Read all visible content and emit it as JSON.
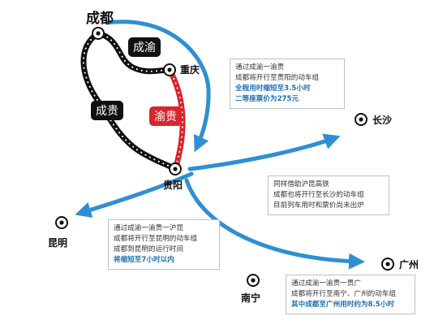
{
  "cities": {
    "chengdu": "成都",
    "chongqing": "重庆",
    "guiyang": "贵阳",
    "kunming": "昆明",
    "changsha": "长沙",
    "nanning": "南宁",
    "guangzhou": "广州"
  },
  "lines": {
    "chengyu": "成渝",
    "chenggui": "成贵",
    "yugui": "渝贵"
  },
  "boxes": {
    "chongqing_route": {
      "line1": "通过成渝一渝贵",
      "line2": "成都将开行至贵阳的动车组",
      "line3": "全程用时缩短至3.5小时",
      "line4": "二等座票价为275元"
    },
    "changsha_route": {
      "line1": "同样借助沪昆高铁",
      "line2": "成都也将开行至长沙的动车组",
      "line3": "目前列车用时和票价尚未出炉"
    },
    "kunming_route": {
      "line1": "通过成渝一渝贵一沪昆",
      "line2": "成都将开行至昆明的动车组",
      "line3": "成都到昆明的运行时间",
      "line4": "将缩短至7小时以内"
    },
    "guangzhou_route": {
      "line1": "通过成渝一渝贵一贵广",
      "line2": "成都将开行至南宁、广州的动车组",
      "line3": "其中成都至广州用时约为8.5小时"
    }
  },
  "colors": {
    "rail_black": "#111111",
    "rail_red": "#d7262e",
    "arrow_blue": "#2f8fd3",
    "highlight_text": "#1f6fb2"
  },
  "icons": [
    "station-marker-icon",
    "arrow-head-icon"
  ]
}
